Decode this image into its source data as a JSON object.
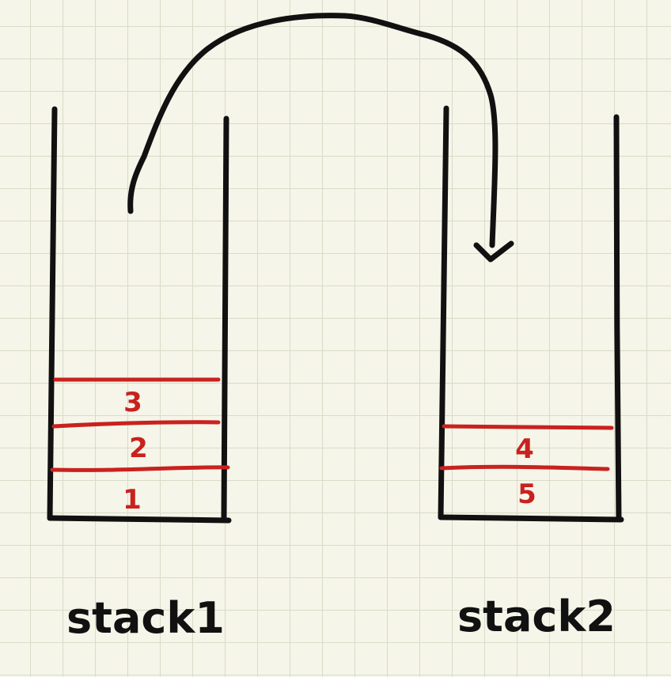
{
  "colors": {
    "paper": "#f6f5e9",
    "grid": "#d8dcc7",
    "ink": "#111111",
    "red": "#c8221f"
  },
  "stack1": {
    "label": "stack1",
    "items": [
      "3",
      "2",
      "1"
    ]
  },
  "stack2": {
    "label": "stack2",
    "items": [
      "4",
      "5"
    ]
  },
  "transfer_arrow_icon": "curved-arrow-icon"
}
